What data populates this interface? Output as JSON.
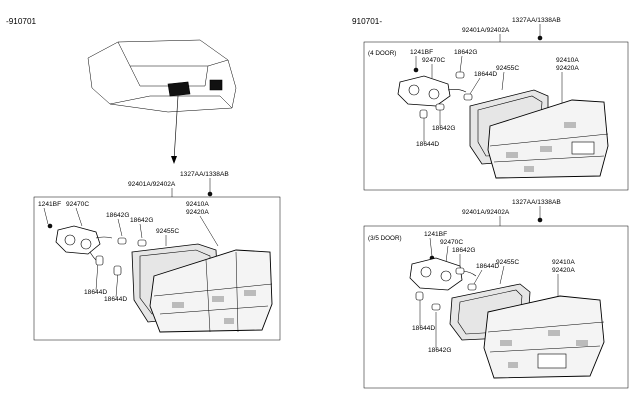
{
  "headers": {
    "before": "-910701",
    "after": "910701-"
  },
  "left_panel": {
    "labels": {
      "fastener": "1327AA/1338AB",
      "lamp_assy": "92401A/92402A",
      "lens": "92410A\n92420A",
      "lens_a": "92410A",
      "lens_b": "92420A",
      "gasket": "92455C",
      "socket": "92470C",
      "screw": "1241BF",
      "bulb_g_upper": "18642G",
      "bulb_g_lower": "18642G",
      "bulb_d_upper": "18644D",
      "bulb_d_lower": "18644D"
    }
  },
  "four_door_panel": {
    "tag": "(4 DOOR)",
    "labels": {
      "fastener": "1327AA/1338AB",
      "lamp_assy": "92401A/92402A",
      "lens_a": "92410A",
      "lens_b": "92420A",
      "gasket": "92455C",
      "socket": "92470C",
      "screw": "1241BF",
      "bulb_g_upper": "18642G",
      "bulb_g_lower": "18642G",
      "bulb_d_upper": "18644D",
      "bulb_d_lower": "18644D"
    }
  },
  "three_five_door_panel": {
    "tag": "(3/5 DOOR)",
    "labels": {
      "fastener": "1327AA/1338AB",
      "lamp_assy": "92401A/92402A",
      "lens_a": "92410A",
      "lens_b": "92420A",
      "gasket": "92455C",
      "socket": "92470C",
      "screw": "1241BF",
      "bulb_g_upper": "18642G",
      "bulb_g_lower": "18642G",
      "bulb_d_upper": "18644D",
      "bulb_d_lower": "18644D"
    }
  }
}
